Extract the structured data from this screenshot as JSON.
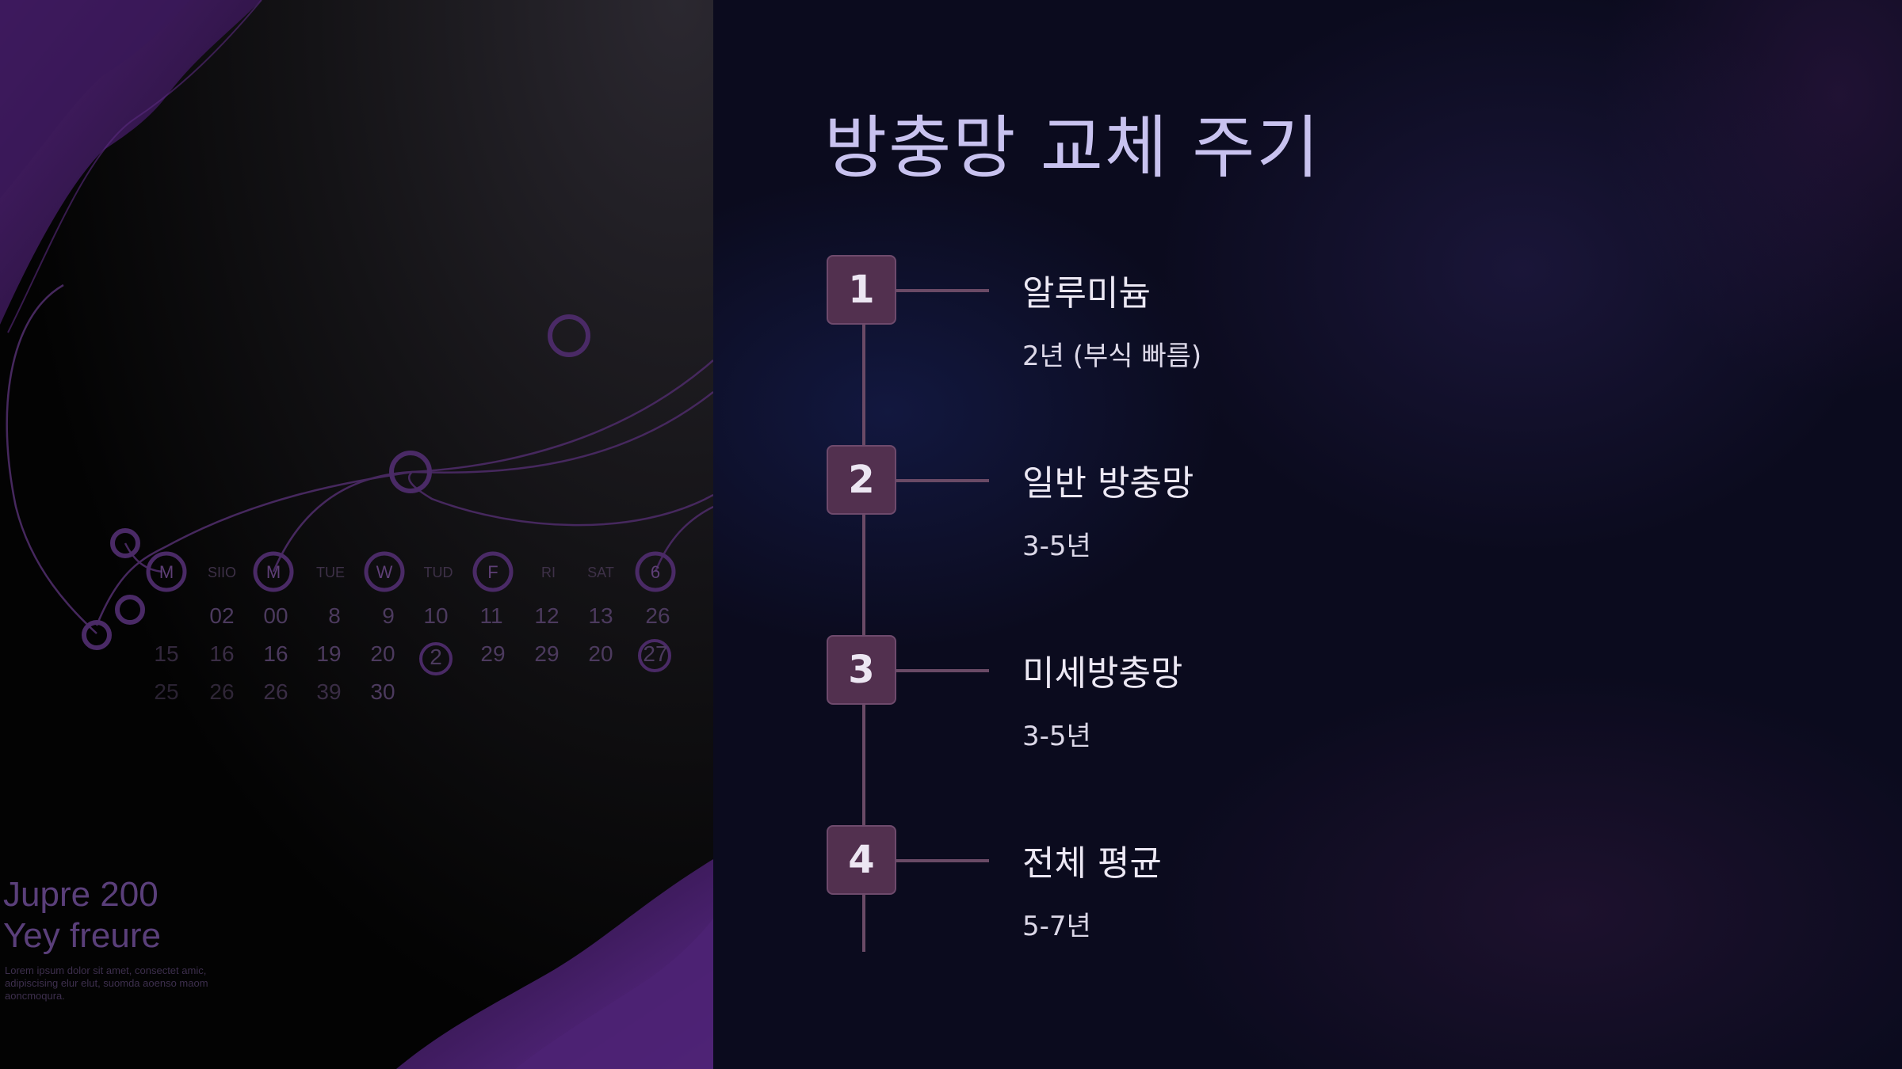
{
  "decor": {
    "calendar": {
      "headers": [
        "M",
        "SIIO",
        "M",
        "TUE",
        "W",
        "TUD",
        "F",
        "RI",
        "SAT",
        "6"
      ],
      "rows": [
        [
          "",
          "02",
          "00",
          "8",
          "9",
          "10",
          "11",
          "12",
          "13",
          "26"
        ],
        [
          "15",
          "16",
          "16",
          "19",
          "20",
          "2",
          "29",
          "29",
          "20",
          "27"
        ],
        [
          "25",
          "26",
          "26",
          "39",
          "30"
        ]
      ]
    },
    "footer": {
      "line1": "Jupre 200",
      "line2": "Yey freure",
      "lorem": "Lorem ipsum dolor sit amet, consectet amic, adipiscising elur elut, suomda aoenso maom aoncmoqura."
    }
  },
  "slide": {
    "title": "방충망 교체 주기",
    "steps": [
      {
        "number": "1",
        "title": "알루미늄",
        "description": "2년 (부식 빠름)"
      },
      {
        "number": "2",
        "title": "일반 방충망",
        "description": "3-5년"
      },
      {
        "number": "3",
        "title": "미세방충망",
        "description": "3-5년"
      },
      {
        "number": "4",
        "title": "전체 평균",
        "description": "5-7년"
      }
    ]
  },
  "colors": {
    "accent_badge": "#52304f",
    "timeline": "#6a4a66",
    "title_text": "#c8c2ef",
    "left_purple": "#5a2a8a"
  }
}
